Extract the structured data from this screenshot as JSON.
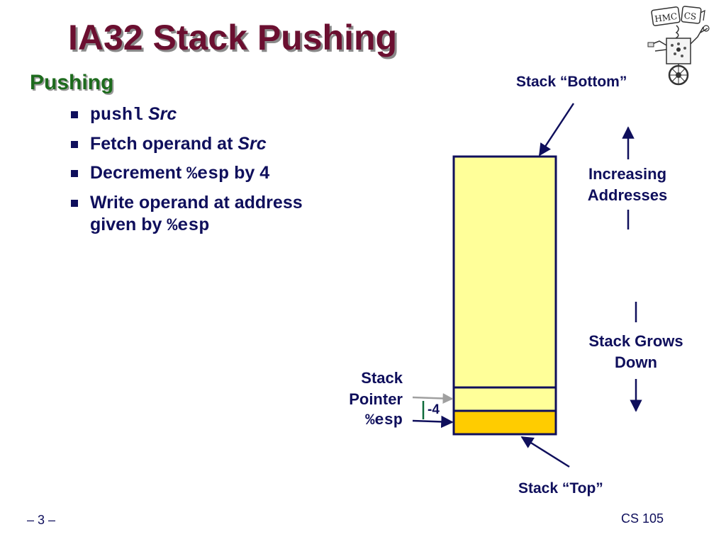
{
  "slide": {
    "title": "IA32 Stack Pushing",
    "subheading": "Pushing"
  },
  "bullets": [
    {
      "parts": [
        "pushl",
        "Src"
      ]
    },
    {
      "parts": [
        "Fetch operand at ",
        "Src"
      ]
    },
    {
      "parts": [
        "Decrement ",
        "%esp",
        " by 4"
      ]
    },
    {
      "parts": [
        "Write operand at address",
        "given by ",
        "%esp"
      ]
    }
  ],
  "diagram": {
    "stack_bottom_label": "Stack “Bottom”",
    "stack_top_label": "Stack “Top”",
    "increasing_addresses": [
      "Increasing",
      "Addresses"
    ],
    "stack_grows_down": [
      "Stack Grows",
      "Down"
    ],
    "stack_pointer": [
      "Stack",
      "Pointer",
      "%esp"
    ],
    "decrement_label": "-4",
    "colors": {
      "stack_fill": "#ffff99",
      "pushed_cell_fill": "#ffcc00",
      "outline": "#0f0f5c"
    }
  },
  "logo": {
    "text": "HMC CS",
    "icon": "hmc-cs-robot-logo"
  },
  "footer": {
    "page": "– 3 –",
    "course": "CS 105"
  }
}
